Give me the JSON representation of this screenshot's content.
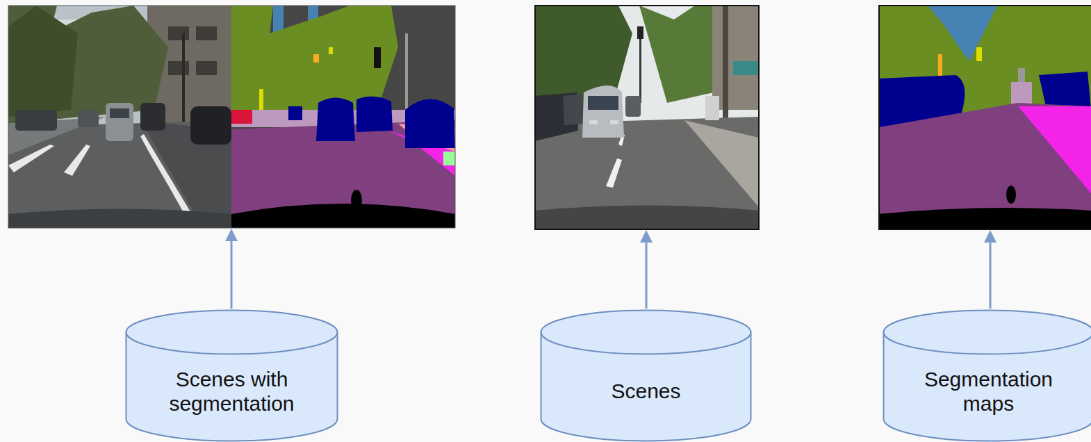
{
  "diagram": {
    "nodes": [
      {
        "text": [
          "Scenes with segmentation"
        ]
      },
      {
        "text": [
          "Scenes"
        ]
      },
      {
        "text": [
          "Segmentation maps"
        ]
      }
    ]
  }
}
